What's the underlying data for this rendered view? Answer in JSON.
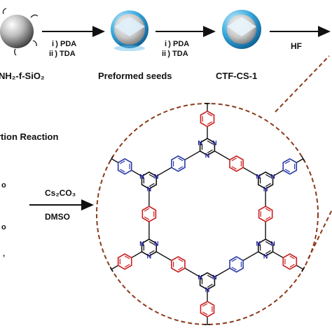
{
  "scheme": {
    "step1": {
      "label_i": "i )  PDA",
      "label_ii": "ii )  TDA"
    },
    "step2": {
      "label_i": "i )  PDA",
      "label_ii": "ii )  TDA"
    },
    "step3": {
      "label": "HF"
    },
    "start_label": "NH₂-f-SiO₂",
    "seeds_label": "Preformed seeds",
    "product_label": "CTF-CS-1",
    "reaction_label": "rtion Reaction",
    "reagent_top": "Cs₂CO₃",
    "reagent_bottom": "DMSO",
    "atom_N": "N"
  },
  "colors": {
    "red_ring": "#cc1f1f",
    "blue_ring": "#2a3aa8",
    "triazine_ring": "#111111",
    "circle_border": "#8b3a1c",
    "nitrogen": "#1a1aa0"
  }
}
